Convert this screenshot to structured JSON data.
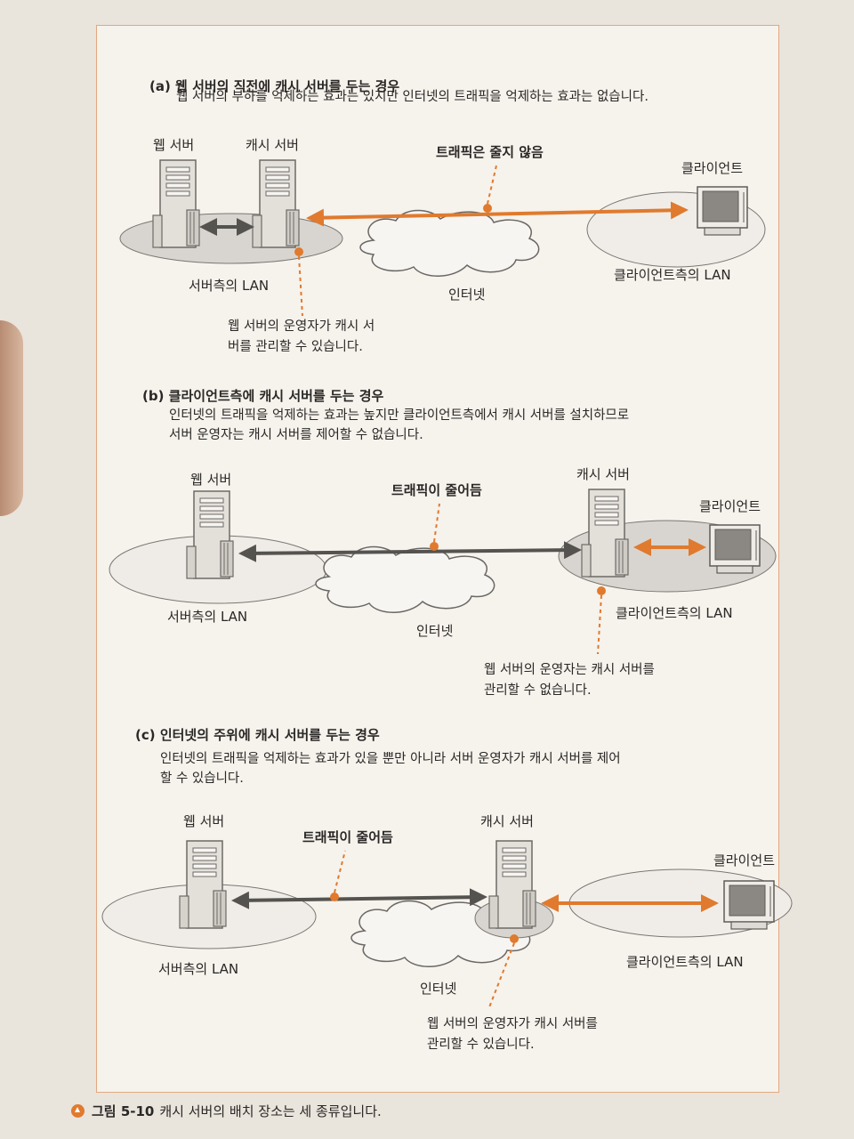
{
  "sections": [
    {
      "heading": "(a) 웹 서버의 직전에 캐시 서버를 두는 경우",
      "description": "웹 서버의 부하를 억제하는 효과는 있지만 인터넷의 트래픽을 억제하는 효과는 없습니다.",
      "web_server": "웹 서버",
      "cache_server": "캐시 서버",
      "client": "클라이언트",
      "traffic": "트래픽은 줄지 않음",
      "server_lan": "서버측의 LAN",
      "client_lan": "클라이언트측의 LAN",
      "internet": "인터넷",
      "note": "웹 서버의 운영자가 캐시 서\n버를 관리할 수 있습니다."
    },
    {
      "heading": "(b) 클라이언트측에 캐시 서버를 두는 경우",
      "description": "인터넷의 트래픽을 억제하는 효과는 높지만 클라이언트측에서 캐시 서버를 설치하므로\n서버 운영자는 캐시 서버를 제어할 수 없습니다.",
      "web_server": "웹 서버",
      "cache_server": "캐시 서버",
      "client": "클라이언트",
      "traffic": "트래픽이 줄어듬",
      "server_lan": "서버측의 LAN",
      "client_lan": "클라이언트측의 LAN",
      "internet": "인터넷",
      "note": "웹 서버의 운영자는 캐시 서버를\n관리할 수 없습니다."
    },
    {
      "heading": "(c) 인터넷의 주위에 캐시 서버를 두는 경우",
      "description": "인터넷의 트래픽을 억제하는 효과가 있을 뿐만 아니라 서버 운영자가 캐시 서버를 제어\n할 수 있습니다.",
      "web_server": "웹 서버",
      "cache_server": "캐시 서버",
      "client": "클라이언트",
      "traffic": "트래픽이 줄어듬",
      "server_lan": "서버측의 LAN",
      "client_lan": "클라이언트측의 LAN",
      "internet": "인터넷",
      "note": "웹 서버의 운영자가 캐시 서버를\n관리할 수 있습니다."
    }
  ],
  "caption": {
    "number": "그림 5-10",
    "text": "캐시 서버의 배치 장소는 세 종류입니다."
  },
  "colors": {
    "orange": "#e07a2e",
    "gray_arrow": "#5a5856",
    "server": "#dcd8d2",
    "lan": "#d6d3ce"
  }
}
